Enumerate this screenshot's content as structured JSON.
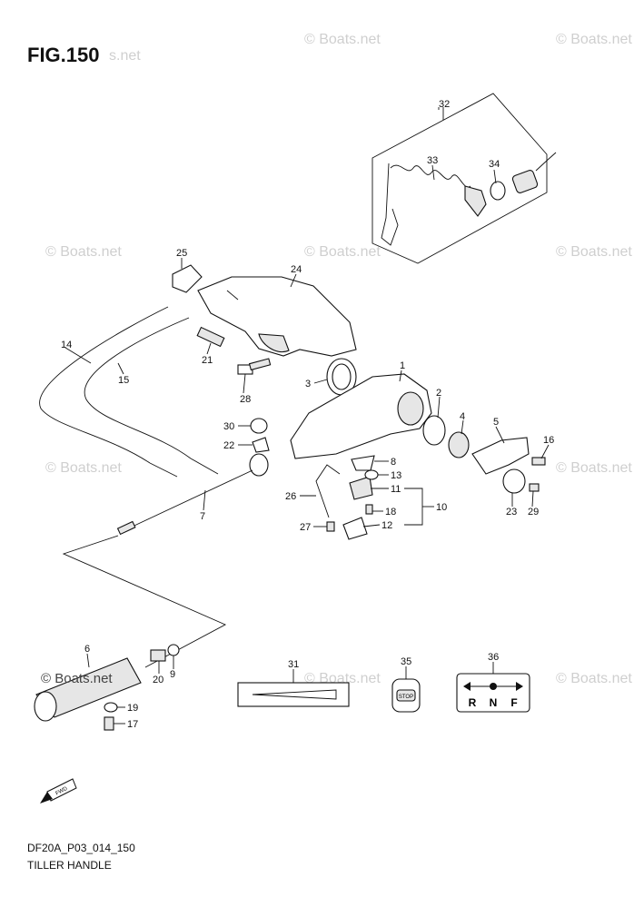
{
  "figure_title": "FIG.150",
  "footer": {
    "code": "DF20A_P03_014_150",
    "name": "TILLER HANDLE"
  },
  "watermark": "© Boats.net",
  "callouts": [
    "1",
    "2",
    "3",
    "4",
    "5",
    "6",
    "7",
    "8",
    "9",
    "10",
    "11",
    "12",
    "13",
    "14",
    "15",
    "16",
    "17",
    "18",
    "19",
    "20",
    "21",
    "22",
    "23",
    "24",
    "25",
    "26",
    "27",
    "28",
    "29",
    "30",
    "31",
    "32",
    "33",
    "34",
    "35",
    "36"
  ],
  "stop_label": "STOP",
  "shift_labels": [
    "R",
    "N",
    "F"
  ],
  "fwd_label": "FWD"
}
